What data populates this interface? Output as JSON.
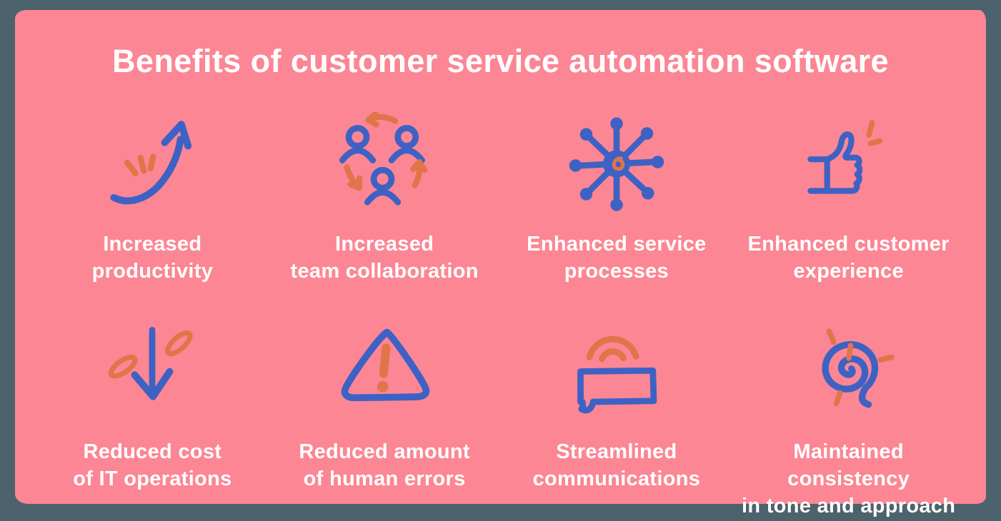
{
  "header": {
    "title": "Benefits of customer service automation software"
  },
  "colors": {
    "page_background": "#4C626C",
    "card_background": "#FC8694",
    "icon_primary_blue": "#3E62C4",
    "icon_accent_orange": "#E07549",
    "text_color": "#FFFFFF"
  },
  "benefits": [
    {
      "icon": "growth-arrow-icon",
      "label": "Increased\nproductivity"
    },
    {
      "icon": "team-collaboration-icon",
      "label": "Increased\nteam collaboration"
    },
    {
      "icon": "network-hub-icon",
      "label": "Enhanced service\nprocesses"
    },
    {
      "icon": "thumbs-up-icon",
      "label": "Enhanced customer\nexperience"
    },
    {
      "icon": "down-arrow-coins-icon",
      "label": "Reduced cost\nof IT operations"
    },
    {
      "icon": "warning-triangle-icon",
      "label": "Reduced amount\nof human errors"
    },
    {
      "icon": "speech-bubble-icon",
      "label": "Streamlined\ncommunications"
    },
    {
      "icon": "spiral-icon",
      "label": "Maintained consistency\nin tone and approach"
    }
  ]
}
